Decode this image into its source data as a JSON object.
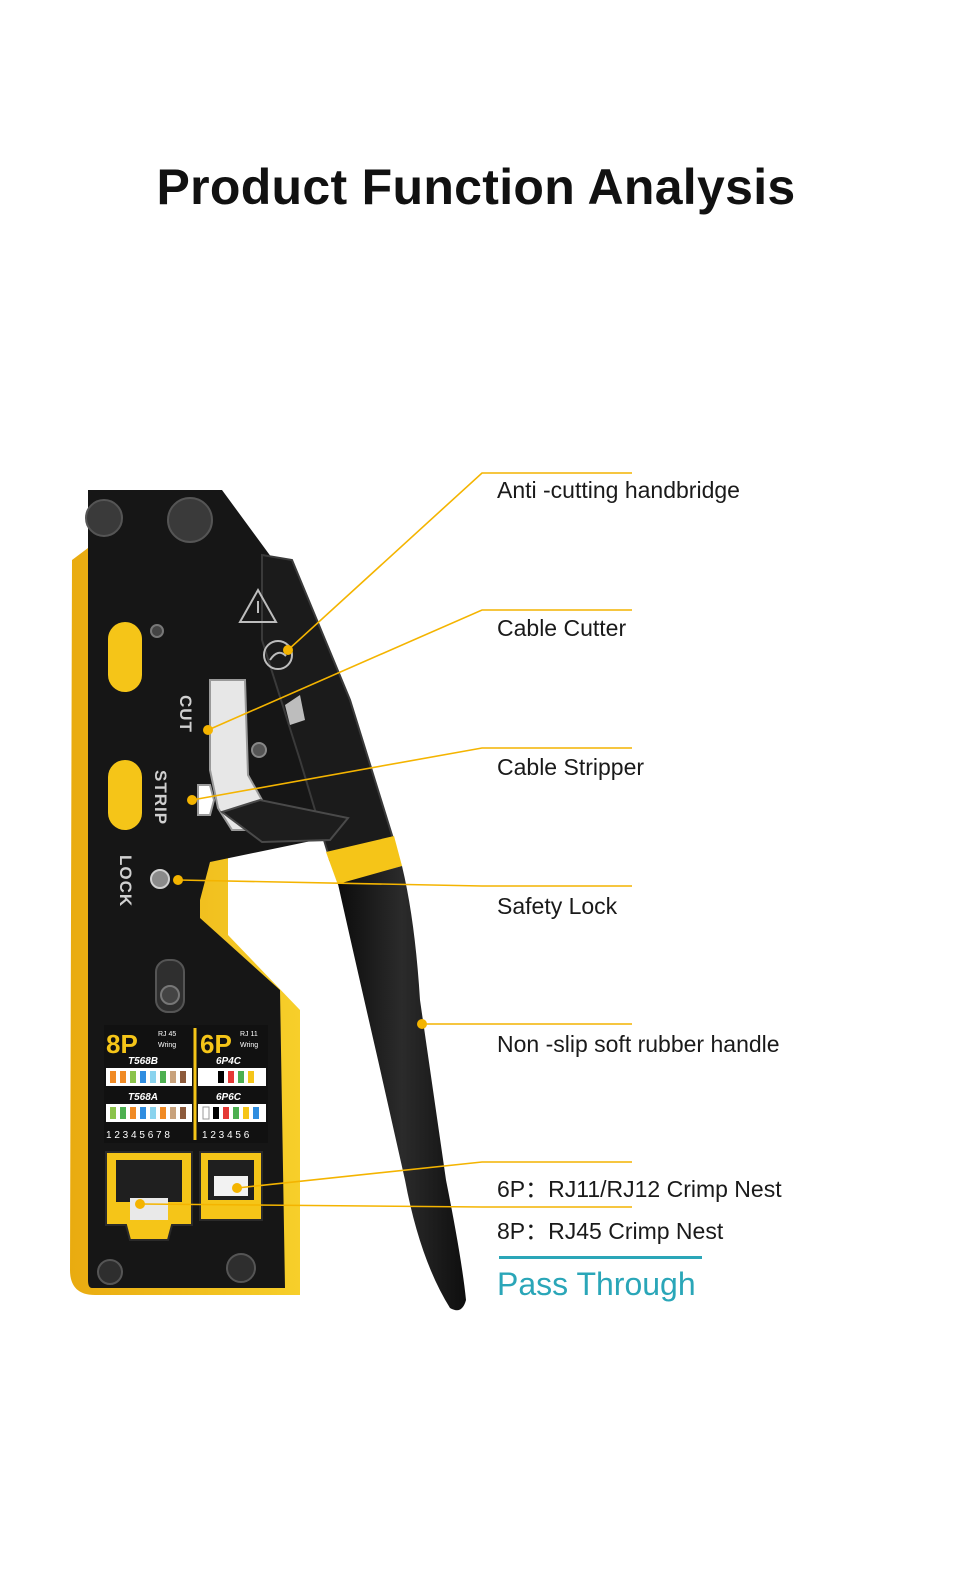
{
  "title": "Product Function Analysis",
  "tool": {
    "labels": {
      "cut": "CUT",
      "strip": "STRIP",
      "lock": "LOCK",
      "p8": "8P",
      "p6": "6P",
      "rj45": "RJ 45",
      "rj11": "RJ 11",
      "wiring": "Wring",
      "t568b": "T568B",
      "t568a": "T568A",
      "p6p4c": "6P4C",
      "p6p6c": "6P6C",
      "pins8": "1 2 3 4 5 6 7 8",
      "pins6": "1 2 3 4 5 6"
    }
  },
  "callouts": [
    {
      "label": "Anti -cutting handbridge"
    },
    {
      "label": "Cable Cutter"
    },
    {
      "label": "Cable Stripper"
    },
    {
      "label": "Safety Lock"
    },
    {
      "label": "Non -slip soft rubber handle"
    },
    {
      "label": "6P：RJ11/RJ12 Crimp Nest"
    },
    {
      "label": "8P：RJ45 Crimp Nest"
    }
  ],
  "footer": {
    "pass_through": "Pass Through"
  },
  "colors": {
    "accent_line": "#f4b400",
    "tool_yellow": "#f5c518",
    "tool_black": "#161616",
    "pass_through": "#2aa6b8"
  }
}
